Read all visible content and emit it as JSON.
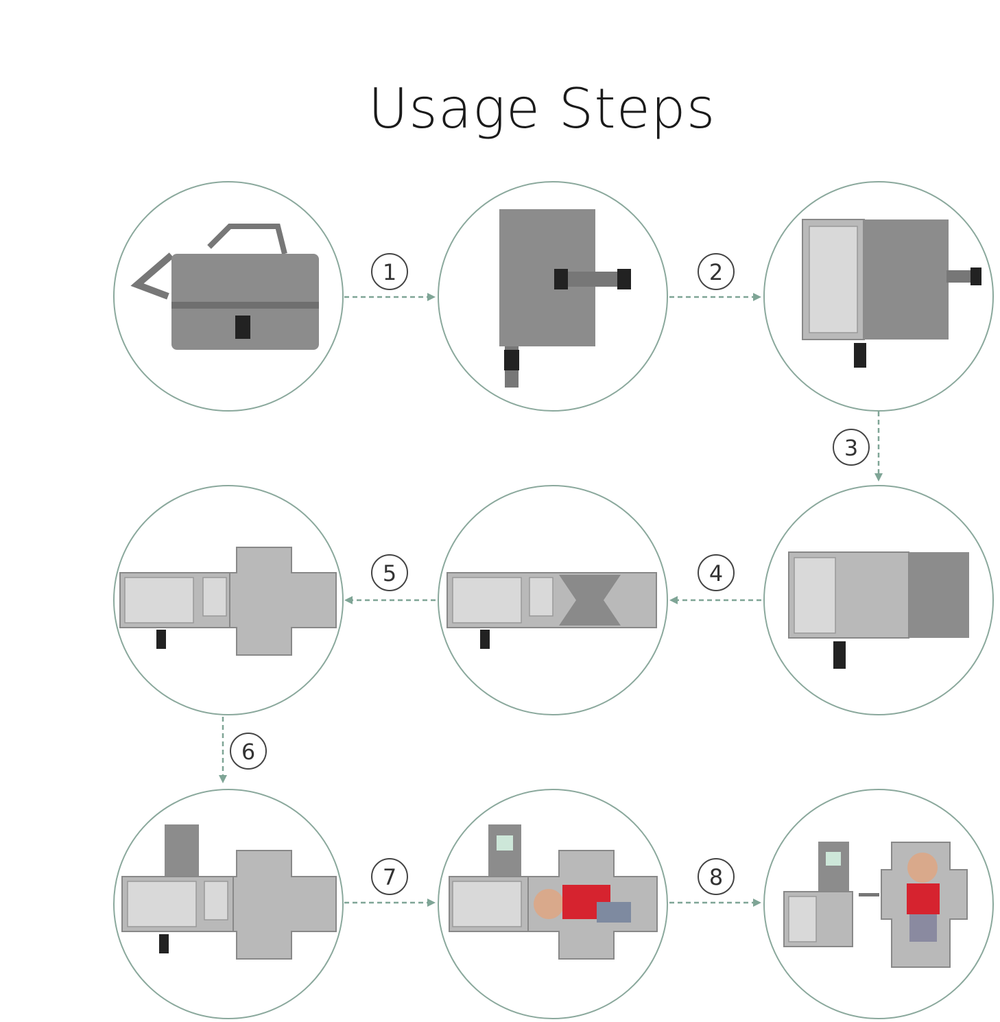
{
  "title": "Usage Steps",
  "steps": [
    "1",
    "2",
    "3",
    "4",
    "5",
    "6",
    "7",
    "8"
  ],
  "colors": {
    "circle": "#8aa89c",
    "arrow": "#7fa596",
    "product": "#8c8c8c"
  }
}
